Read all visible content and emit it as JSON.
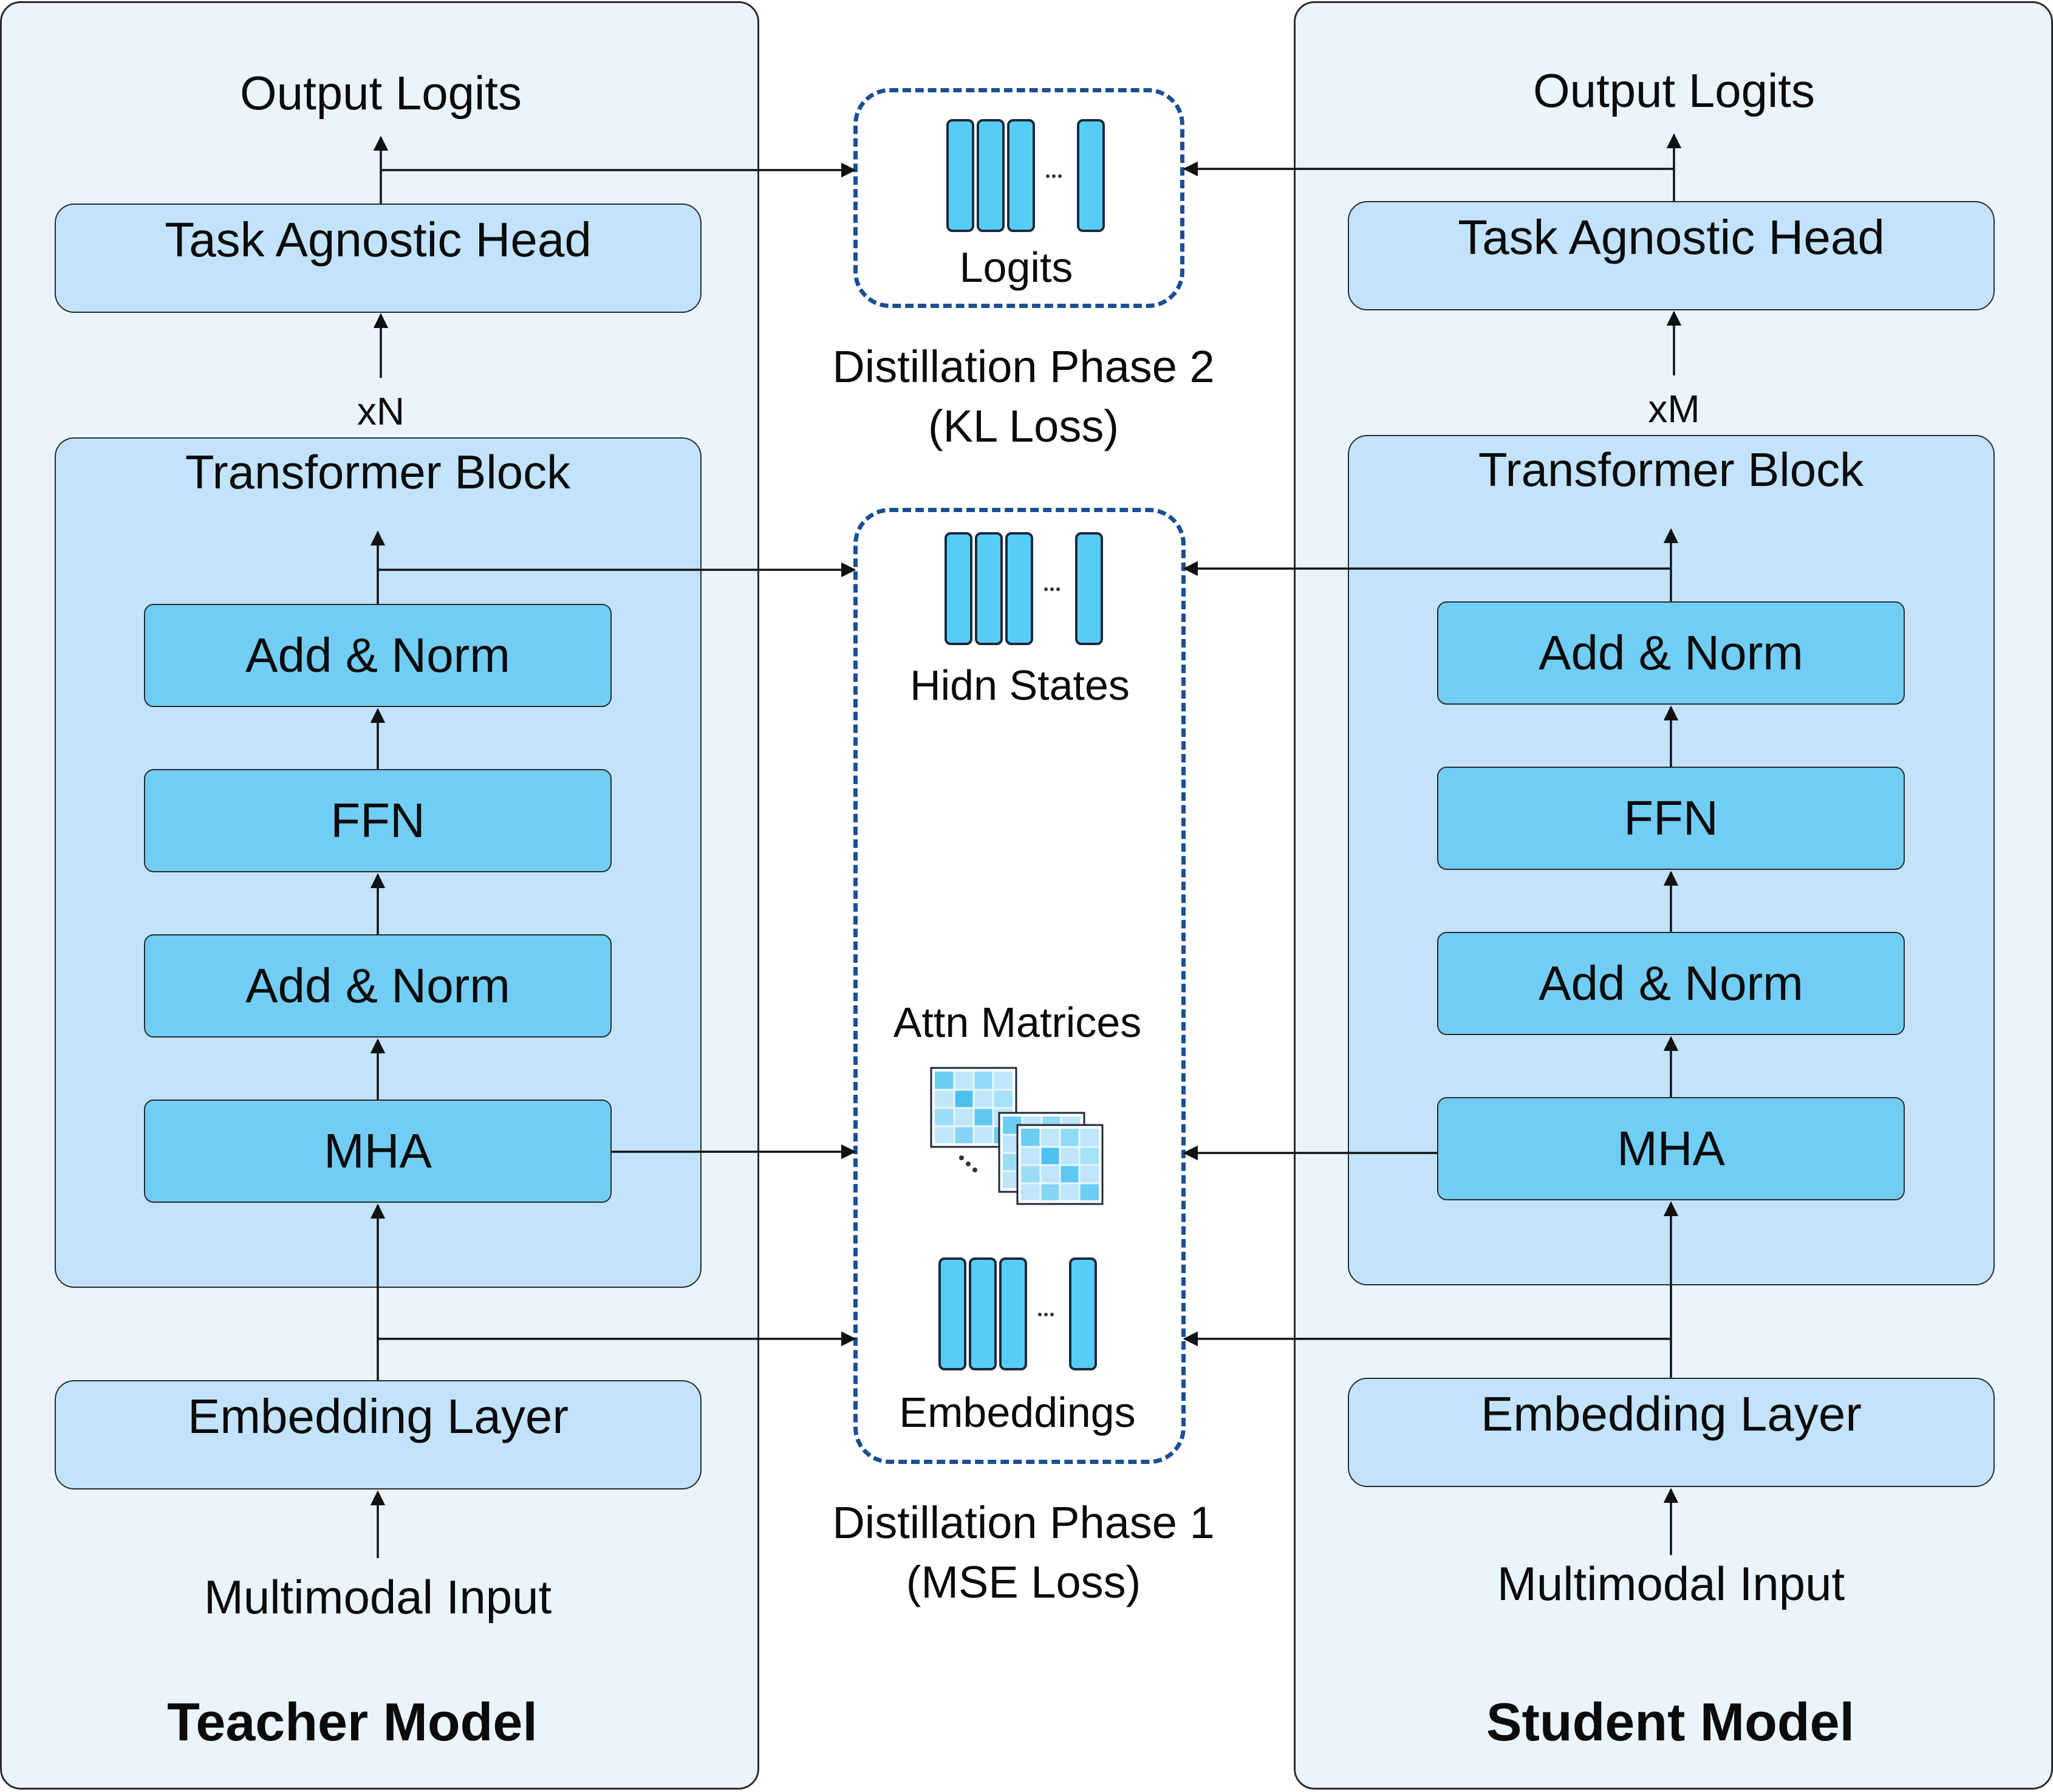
{
  "teacher": {
    "title": "Teacher Model",
    "output": "Output Logits",
    "head": "Task Agnostic Head",
    "repeat": "xN",
    "block_title": "Transformer Block",
    "add_norm_top": "Add & Norm",
    "ffn": "FFN",
    "add_norm_bottom": "Add & Norm",
    "mha": "MHA",
    "embedding": "Embedding Layer",
    "input": "Multimodal Input"
  },
  "student": {
    "title": "Student Model",
    "output": "Output Logits",
    "head": "Task Agnostic Head",
    "repeat": "xM",
    "block_title": "Transformer Block",
    "add_norm_top": "Add & Norm",
    "ffn": "FFN",
    "add_norm_bottom": "Add & Norm",
    "mha": "MHA",
    "embedding": "Embedding Layer",
    "input": "Multimodal Input"
  },
  "distill": {
    "logits": "Logits",
    "phase2_line1": "Distillation Phase 2",
    "phase2_line2": "(KL Loss)",
    "hidden": "Hidn States",
    "attn": "Attn Matrices",
    "embeddings": "Embeddings",
    "phase1_line1": "Distillation Phase 1",
    "phase1_line2": "(MSE Loss)"
  },
  "colors": {
    "panel": "#eaf4fd",
    "light_box": "#c2e3fb",
    "dark_box": "#72cdf4",
    "dashed": "#1b4f94"
  }
}
